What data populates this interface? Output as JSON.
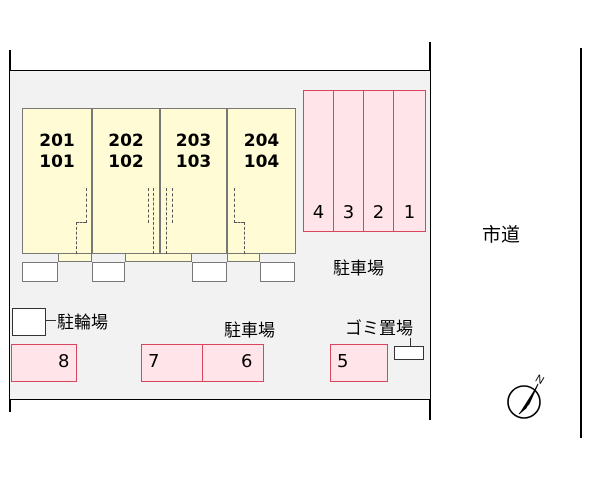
{
  "units": [
    {
      "upper": "201",
      "lower": "101"
    },
    {
      "upper": "202",
      "lower": "102"
    },
    {
      "upper": "203",
      "lower": "103"
    },
    {
      "upper": "204",
      "lower": "104"
    }
  ],
  "parking_top": [
    "4",
    "3",
    "2",
    "1"
  ],
  "parking_bottom": [
    "8",
    "7",
    "6",
    "5"
  ],
  "labels": {
    "road": "市道",
    "parking_upper": "駐車場",
    "parking_lower": "駐車場",
    "bicycle": "駐輪場",
    "garbage": "ゴミ置場",
    "north": "N"
  }
}
